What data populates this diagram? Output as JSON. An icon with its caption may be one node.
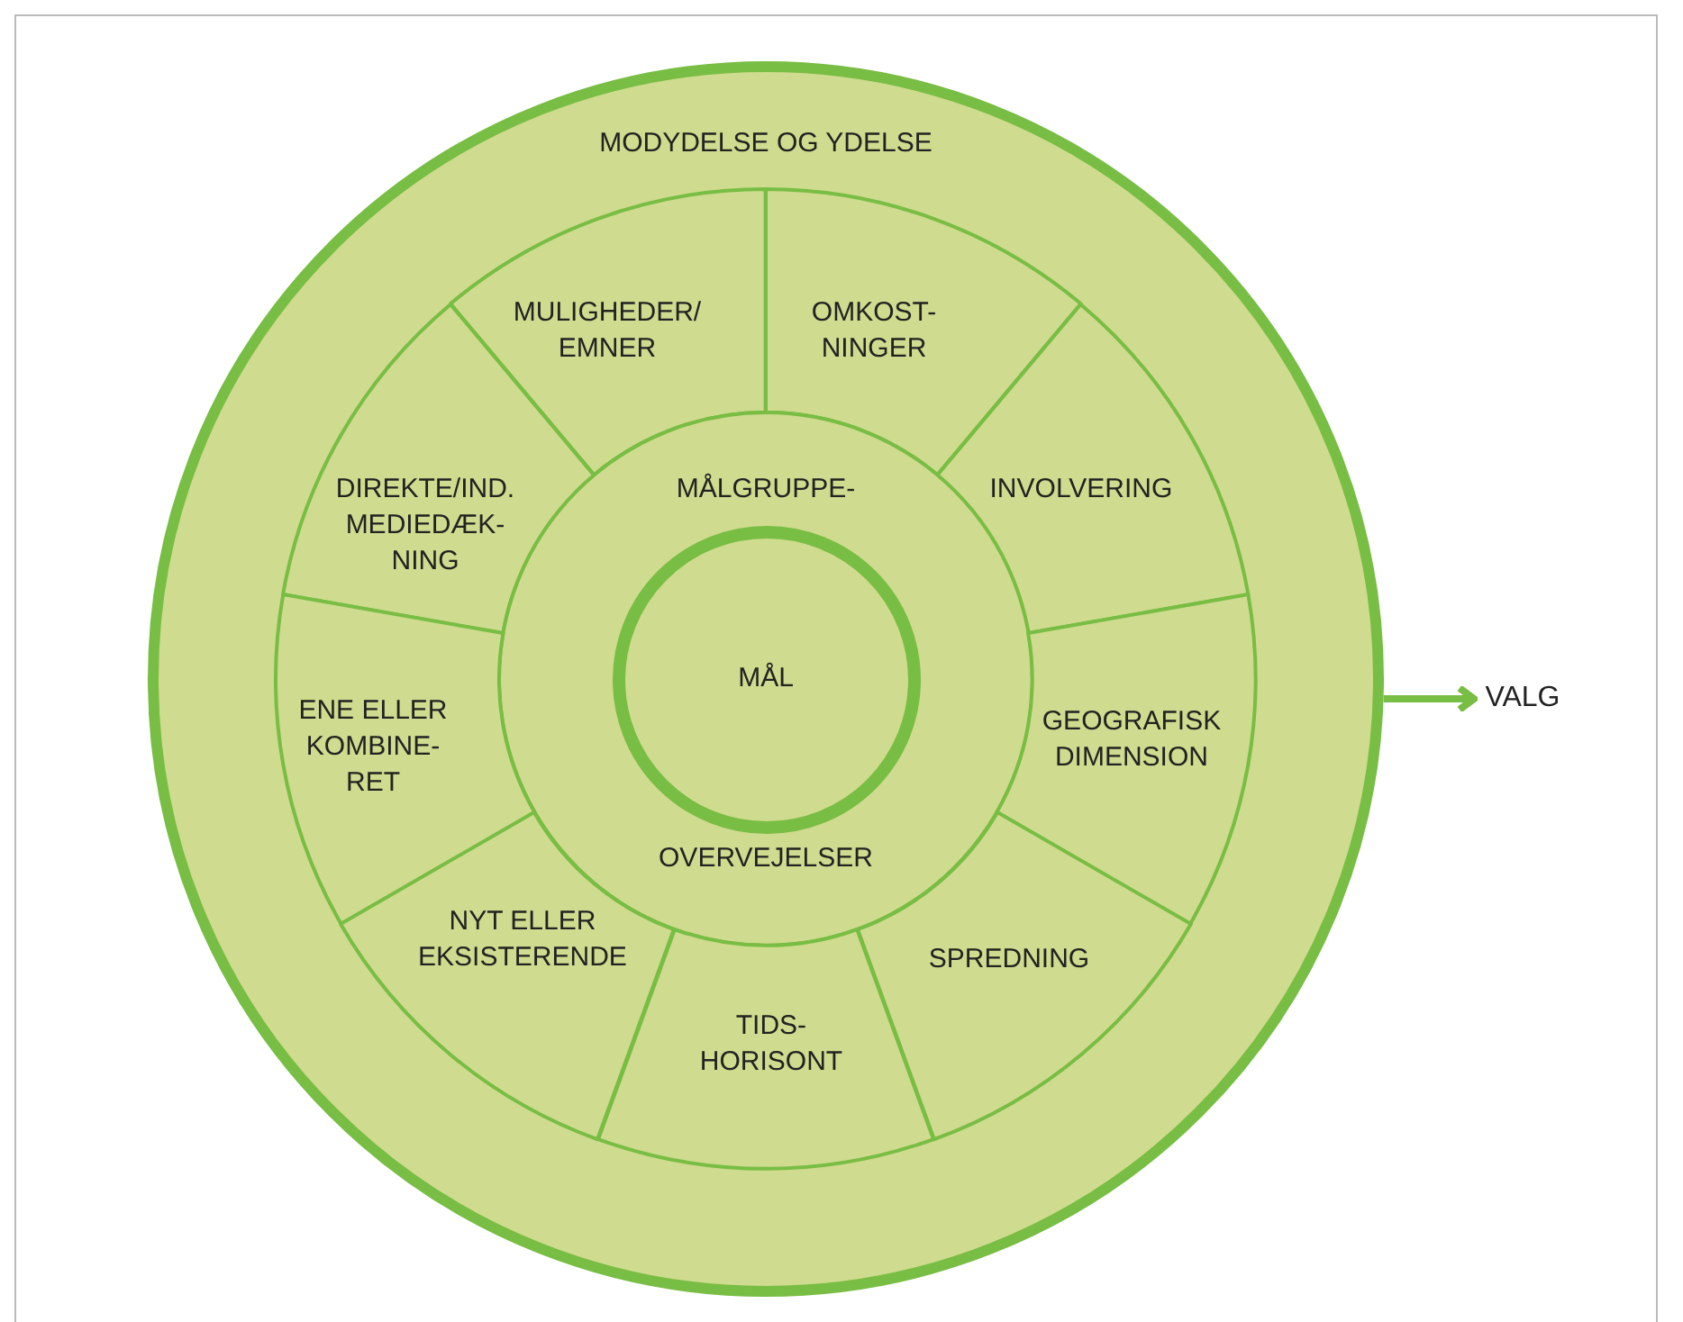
{
  "diagram": {
    "nodes": [
      {
        "text": [
          "MODYDELSE OG YDELSE"
        ]
      },
      {
        "text": [
          "MULIGHEDER/ EMNER"
        ],
        "in": 0
      },
      {
        "text": [
          "OMKOST- NINGER"
        ],
        "in": 0
      },
      {
        "text": [
          "DIREKTE/IND. MEDIEDÆK- NING"
        ],
        "in": 0
      },
      {
        "text": [
          "INVOLVERING"
        ],
        "in": 0
      },
      {
        "text": [
          "MÅLGRUPPE-",
          "OVERVEJELSER"
        ],
        "in": 0
      },
      {
        "text": [
          "MÅL"
        ],
        "in": 5
      },
      {
        "text": [
          "ENE ELLER KOMBINE- RET"
        ],
        "in": 0
      },
      {
        "text": [
          "GEOGRAFISK DIMENSION"
        ],
        "in": 0
      },
      {
        "text": [
          "NYT ELLER EKSISTERENDE"
        ],
        "in": 0
      },
      {
        "text": [
          "SPREDNING"
        ],
        "in": 0
      },
      {
        "text": [
          "TIDS- HORISONT"
        ],
        "in": 0
      },
      {
        "text": [
          "VALG"
        ]
      }
    ],
    "edges": [
      {
        "from": 0,
        "to": 12,
        "arrow": "to"
      }
    ]
  }
}
